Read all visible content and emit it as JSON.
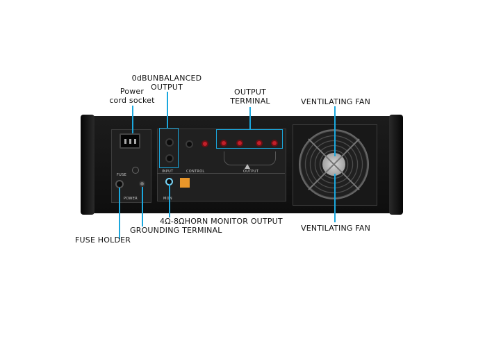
{
  "labels": {
    "power_cord": [
      "Power",
      "cord socket"
    ],
    "unbalanced_output": [
      "0dBUNBALANCED",
      "OUTPUT"
    ],
    "output_terminal": [
      "OUTPUT",
      "TERMINAL"
    ],
    "fan_top": "VENTILATING FAN",
    "fan_bottom": "VENTILATING FAN",
    "monitor_output": "4Ω-8ΩHORN MONITOR OUTPUT",
    "grounding_terminal": "GROUNDING TERMINAL",
    "fuse_holder": "FUSE HOLDER"
  },
  "panel": {
    "power": "POWER",
    "input": "INPUT",
    "control": "CONTROL",
    "output": "OUTPUT",
    "mon": "MON",
    "fuse": "FUSE"
  },
  "colors": {
    "accent": "#1aa7dd",
    "chassis": "#141414",
    "terminal_red": "#c3202a",
    "label_orange": "#e8962a"
  }
}
